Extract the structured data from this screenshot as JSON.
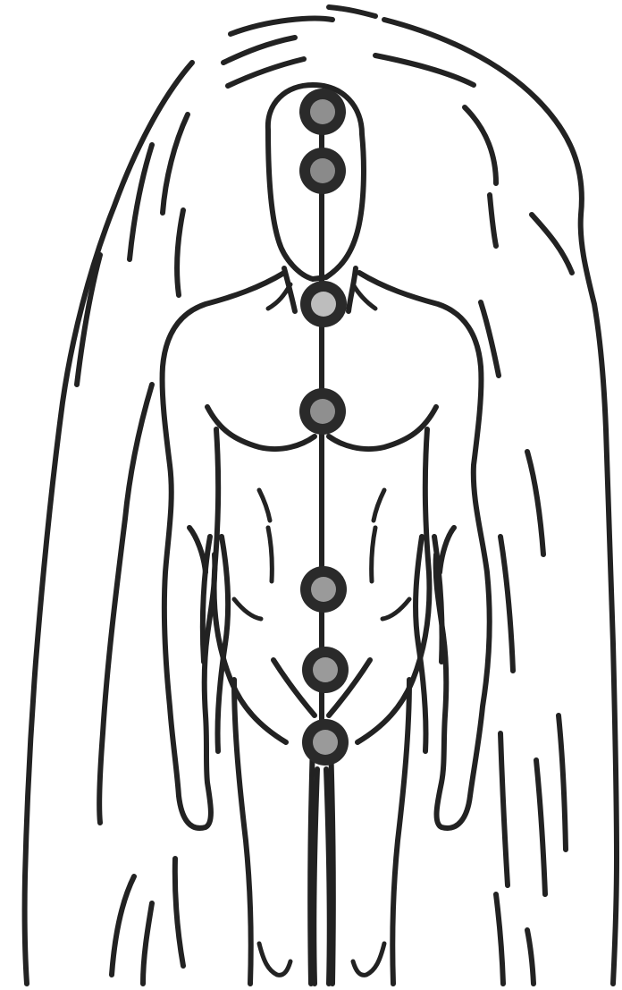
{
  "figure": {
    "description_free": true,
    "colors": {
      "stroke": "#222222",
      "background": "#ffffff",
      "node_ring": "#2a2a2a",
      "node_core_dark": "#8f8f8f",
      "node_core_light": "#bdbdbd"
    },
    "nodes": [
      {
        "id": "crown",
        "core_color": "#8f8f8f"
      },
      {
        "id": "third-eye",
        "core_color": "#8a8a8a"
      },
      {
        "id": "throat",
        "core_color": "#bdbdbd"
      },
      {
        "id": "heart",
        "core_color": "#8f8f8f"
      },
      {
        "id": "solar-plexus",
        "core_color": "#9a9a9a"
      },
      {
        "id": "sacral",
        "core_color": "#9a9a9a"
      },
      {
        "id": "root",
        "core_color": "#9a9a9a"
      }
    ]
  }
}
